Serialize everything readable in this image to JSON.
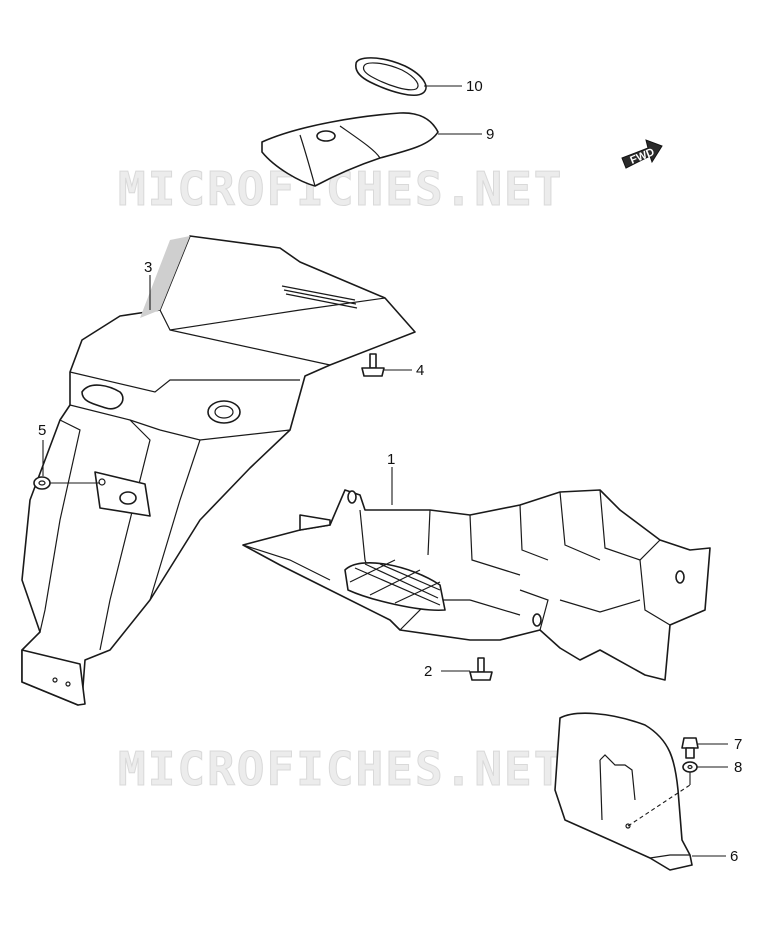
{
  "watermark": "MICROFICHES.NET",
  "fwd_label": "FWD",
  "callouts": {
    "c1": "1",
    "c2": "2",
    "c3": "3",
    "c4": "4",
    "c5": "5",
    "c6": "6",
    "c7": "7",
    "c8": "8",
    "c9": "9",
    "c10": "10"
  }
}
